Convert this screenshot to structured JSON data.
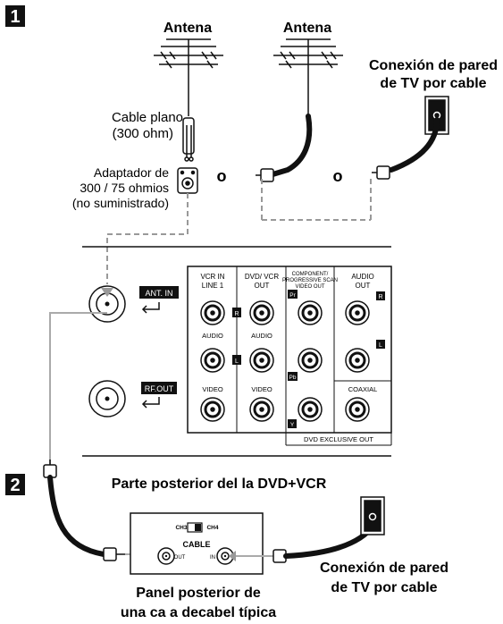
{
  "step1": {
    "badge": "1"
  },
  "step2": {
    "badge": "2"
  },
  "antenna_left": {
    "label": "Antena"
  },
  "antenna_right": {
    "label": "Antena"
  },
  "wall_top": {
    "label_line1": "Conexión de pared",
    "label_line2": "de TV por cable"
  },
  "flat_cable": {
    "label_line1": "Cable plano",
    "label_line2": "(300 ohm)"
  },
  "adapter": {
    "label_line1": "Adaptador de",
    "label_line2": "300 / 75 ohmios",
    "label_line3": "(no suministrado)"
  },
  "or_words": [
    "o",
    "o"
  ],
  "ant_in": {
    "label": "ANT. IN"
  },
  "rf_out": {
    "label": "RF.OUT"
  },
  "panel": {
    "vcr_in": {
      "line1": "VCR IN",
      "line2": "LINE 1"
    },
    "dvd_vcr_out": {
      "line1": "DVD/ VCR",
      "line2": "OUT"
    },
    "component": {
      "line1": "COMPONENT/",
      "line2": "PROGRESSIVE SCAN",
      "line3": "VIDEO OUT"
    },
    "audio_out": {
      "line1": "AUDIO",
      "line2": "OUT"
    },
    "audio_label_1": "AUDIO",
    "audio_label_2": "AUDIO",
    "video_label_1": "VIDEO",
    "video_label_2": "VIDEO",
    "coaxial": "COAXIAL",
    "dvd_exclusive": "DVD EXCLUSIVE OUT",
    "badge_r1": "R",
    "badge_l1": "L",
    "badge_pr": "Pr",
    "badge_pb": "Pb",
    "badge_y": "Y",
    "badge_r2": "R",
    "badge_l2": "L"
  },
  "rear_caption": "Parte posterior del la DVD+VCR",
  "cable_box": {
    "ch3": "CH3",
    "ch4": "CH4",
    "title": "CABLE",
    "out": "OUT",
    "in": "IN"
  },
  "wall_bottom": {
    "label_line1": "Conexión de pared",
    "label_line2": "de TV por cable"
  },
  "cable_box_caption": {
    "line1": "Panel posterior de",
    "line2": "una ca a decabel típica"
  }
}
